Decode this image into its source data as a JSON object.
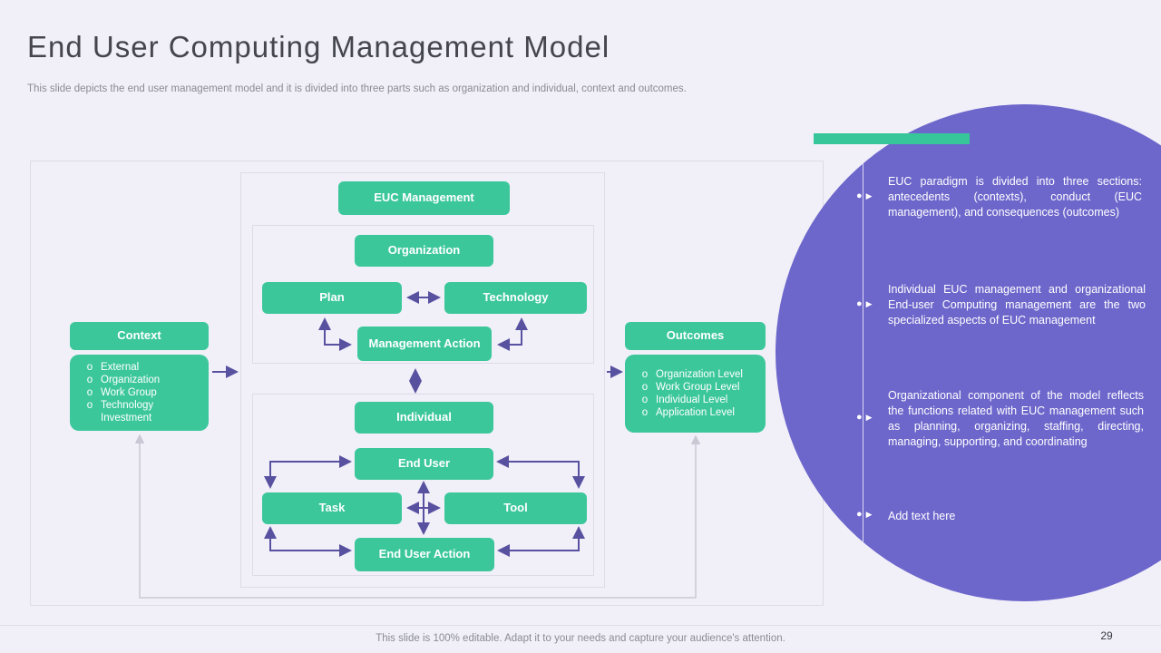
{
  "slide": {
    "title": "End User Computing Management Model",
    "subtitle": "This slide depicts the end user management model and it is divided into three parts such as organization and individual, context and outcomes.",
    "footer": "This slide is 100% editable. Adapt it to your needs and capture your audience's attention.",
    "page_number": "29"
  },
  "colors": {
    "box_green": "#3cc79b",
    "accent_bar_green": "#36c69a",
    "circle_purple": "#6d66cb",
    "arrow_purple": "#5851a0",
    "feedback_gray": "#c9c8d4",
    "background": "#f1f0f9",
    "frame_border": "#dcdbe7"
  },
  "diagram": {
    "list_marker": "o",
    "euc_management": "EUC Management",
    "organization": "Organization",
    "plan": "Plan",
    "technology": "Technology",
    "management_action": "Management Action",
    "individual": "Individual",
    "end_user": "End User",
    "task": "Task",
    "tool": "Tool",
    "end_user_action": "End User Action",
    "context": {
      "title": "Context",
      "items": [
        "External",
        "Organization",
        "Work Group",
        "Technology Investment"
      ]
    },
    "outcomes": {
      "title": "Outcomes",
      "items": [
        "Organization Level",
        "Work Group Level",
        "Individual Level",
        "Application Level"
      ]
    }
  },
  "circle": {
    "bullets": [
      {
        "text": "EUC paradigm is divided into three sections: antecedents (contexts), conduct (EUC management), and consequences (outcomes)"
      },
      {
        "text": "Individual EUC management and organizational End-user Computing management are the two specialized aspects of EUC management"
      },
      {
        "text": "Organizational component of the model reflects the functions related with EUC management such as planning, organizing, staffing, directing, managing, supporting, and coordinating"
      },
      {
        "text": "Add text here"
      }
    ]
  }
}
